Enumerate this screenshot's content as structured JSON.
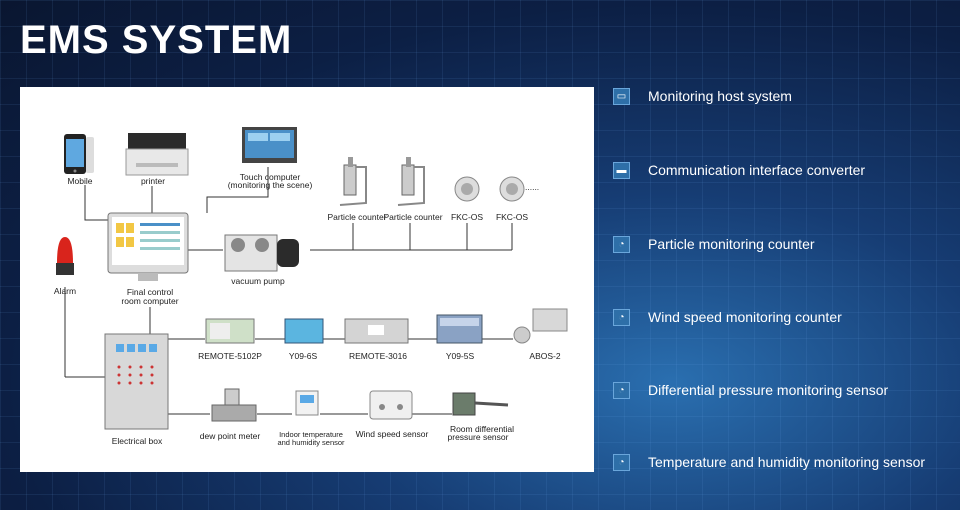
{
  "header": {
    "title": "EMS SYSTEM"
  },
  "diagram": {
    "nodes": {
      "mobile": "Mobile",
      "printer": "printer",
      "touch_computer_1": "Touch computer",
      "touch_computer_2": "(monitoring the scene)",
      "particle_counter_a": "Particle counter",
      "particle_counter_b": "Particle counter",
      "fkc_os_a": "FKC-OS",
      "fkc_os_b": "FKC-OS",
      "more": "......",
      "alarm": "Alarm",
      "final_control_1": "Final control",
      "final_control_2": "room computer",
      "vacuum_pump": "vacuum pump",
      "remote_5102p": "REMOTE-5102P",
      "y09_6s": "Y09-6S",
      "remote_3016": "REMOTE-3016",
      "y09_5s": "Y09-5S",
      "abos_2": "ABOS-2",
      "electrical_box": "Electrical box",
      "dew_point_meter": "dew point meter",
      "indoor_temp_1": "Indoor temperature",
      "indoor_temp_2": "and humidity sensor",
      "wind_speed_sensor": "Wind speed sensor",
      "room_diff_1": "Room differential",
      "room_diff_2": "pressure sensor"
    }
  },
  "features": [
    {
      "label": "Monitoring host system",
      "icon": "monitor-icon"
    },
    {
      "label": "Communication interface converter",
      "icon": "chat-icon"
    },
    {
      "label": "Particle monitoring counter",
      "icon": "gauge-icon"
    },
    {
      "label": "Wind speed monitoring counter",
      "icon": "gauge-icon"
    },
    {
      "label": "Differential pressure monitoring sensor",
      "icon": "gauge-icon"
    },
    {
      "label": "Temperature and humidity monitoring sensor",
      "icon": "gauge-icon"
    }
  ],
  "colors": {
    "accent": "#2e6fa8",
    "panel": "#ffffff",
    "alarm_red": "#d9241c"
  }
}
